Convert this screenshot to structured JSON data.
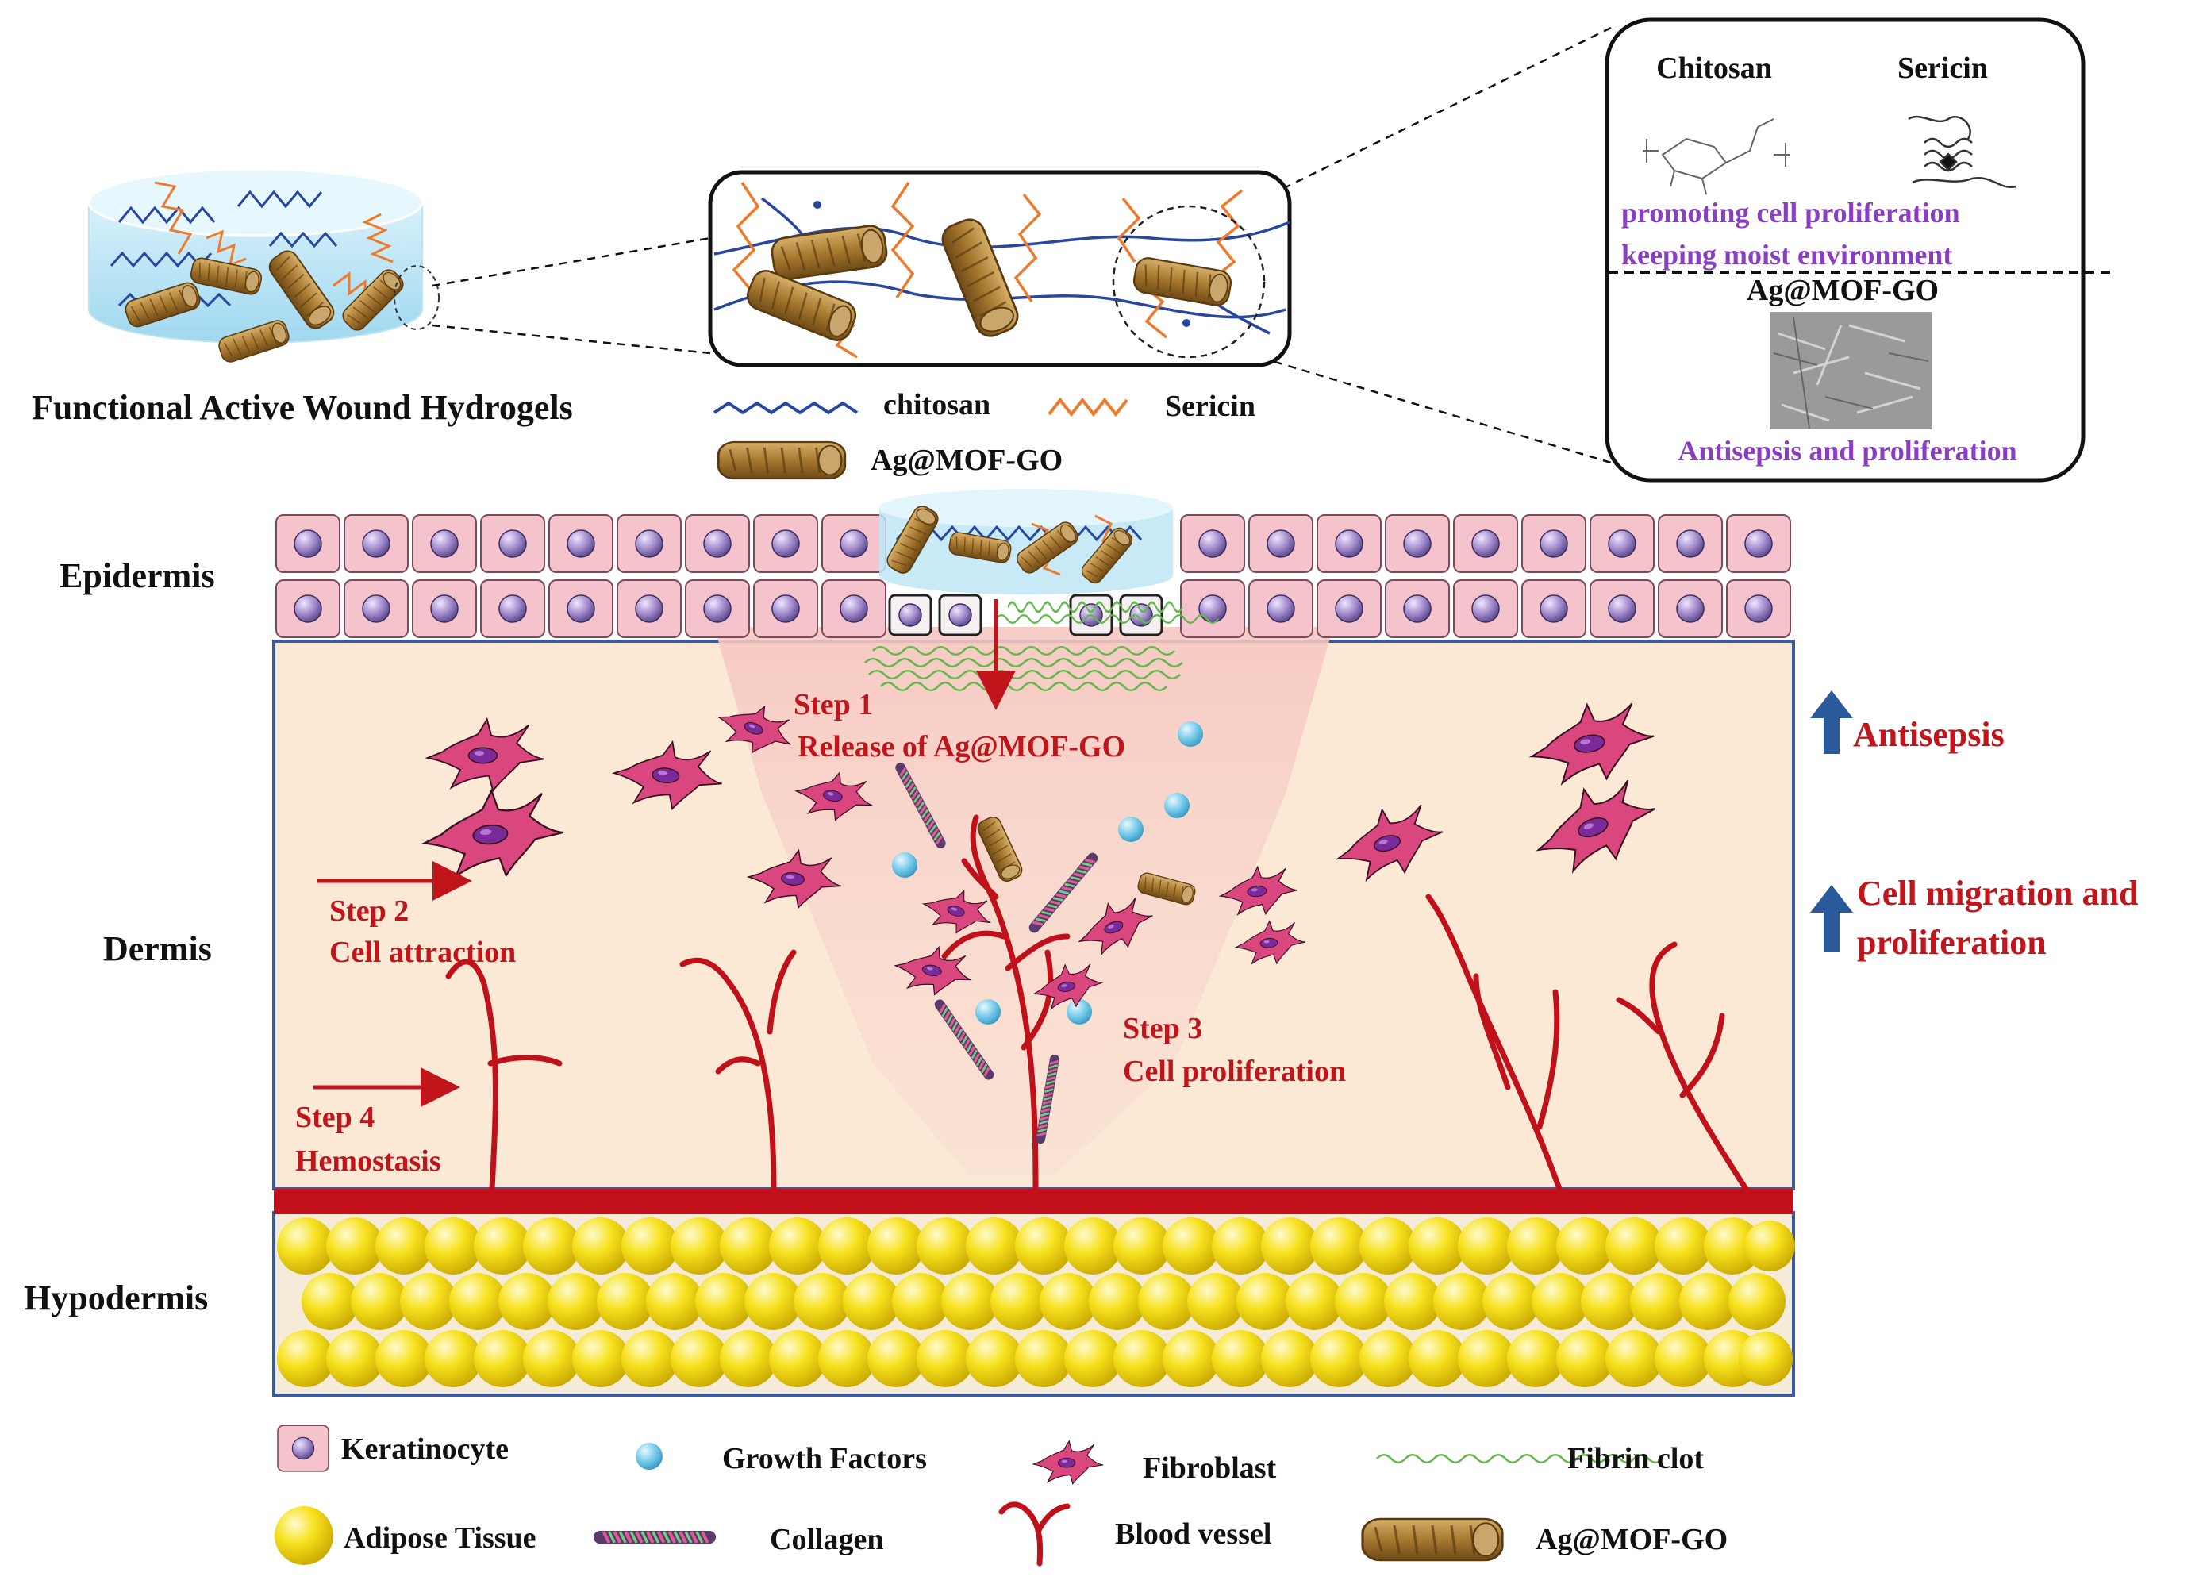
{
  "top": {
    "hydrogel_title": "Functional Active Wound Hydrogels",
    "legend_chitosan": "chitosan",
    "legend_sericin": "Sericin",
    "legend_agmof": "Ag@MOF-GO"
  },
  "inset": {
    "chitosan": "Chitosan",
    "sericin": "Sericin",
    "role1": "promoting cell proliferation",
    "role2": "keeping moist environment",
    "agmof": "Ag@MOF-GO",
    "role3": "Antisepsis and proliferation"
  },
  "layers": {
    "epidermis": "Epidermis",
    "dermis": "Dermis",
    "hypodermis": "Hypodermis"
  },
  "steps": {
    "step1_title": "Step 1",
    "step1_text": "Release of Ag@MOF-GO",
    "step2_title": "Step 2",
    "step2_text": "Cell attraction",
    "step3_title": "Step 3",
    "step3_text": "Cell proliferation",
    "step4_title": "Step 4",
    "step4_text": "Hemostasis"
  },
  "effects": {
    "antisepsis": "Antisepsis",
    "migration_line1": "Cell migration and",
    "migration_line2": "proliferation"
  },
  "legend": {
    "keratinocyte": "Keratinocyte",
    "growth_factors": "Growth Factors",
    "fibroblast": "Fibroblast",
    "fibrin_clot": "Fibrin clot",
    "adipose": "Adipose Tissue",
    "collagen": "Collagen",
    "blood_vessel": "Blood vessel",
    "agmof": "Ag@MOF-GO"
  },
  "colors": {
    "step_red": "#c0151a",
    "purple_text": "#8a3fc0",
    "arrow_blue": "#2a5a9c",
    "vessel_red": "#c0101a",
    "fat_yellow": "#f5dc10",
    "skin_pink": "#f4c3cc"
  }
}
